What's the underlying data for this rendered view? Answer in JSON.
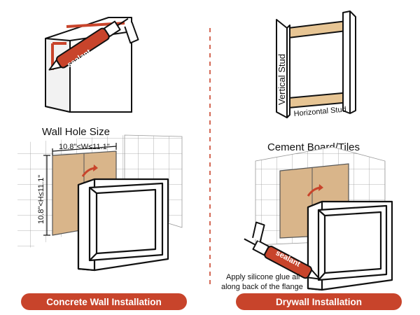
{
  "colors": {
    "accent": "#c8442b",
    "cardboard": "#d9b58a",
    "wood": "#e7c594",
    "outline": "#111111"
  },
  "left": {
    "title": "Wall Hole Size",
    "width_dim": "10.8\"<W≤11.1\"",
    "height_dim": "10.8\"<H≤11.1\"",
    "sealant_label": "sealant",
    "caption": "Concrete Wall Installation"
  },
  "right": {
    "vertical_label": "Vertical Stud",
    "horizontal_label": "Horizontal Stud",
    "title": "Cement Board/Tiles",
    "note_line1": "Apply silicone glue all",
    "note_line2": "along back of the flange",
    "sealant_label": "sealant",
    "caption": "Drywall Installation"
  }
}
